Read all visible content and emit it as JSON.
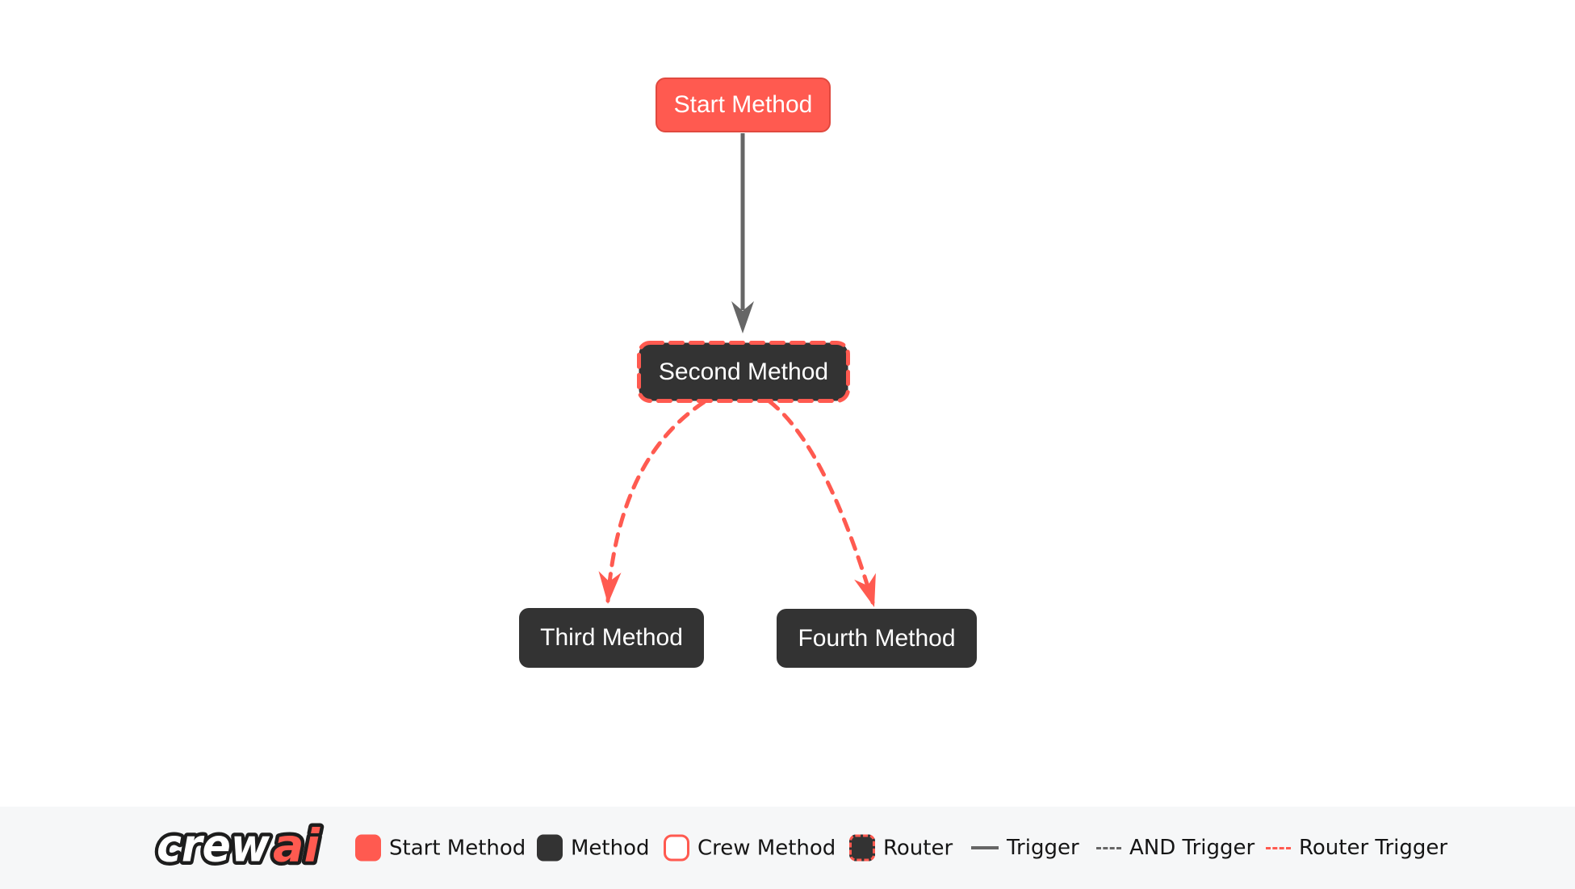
{
  "diagram": {
    "nodes": [
      {
        "id": "start",
        "label": "Start Method",
        "type": "start-method"
      },
      {
        "id": "second",
        "label": "Second Method",
        "type": "router"
      },
      {
        "id": "third",
        "label": "Third Method",
        "type": "method"
      },
      {
        "id": "fourth",
        "label": "Fourth Method",
        "type": "method"
      }
    ],
    "edges": [
      {
        "from": "start",
        "to": "second",
        "type": "trigger"
      },
      {
        "from": "second",
        "to": "third",
        "type": "router-trigger"
      },
      {
        "from": "second",
        "to": "fourth",
        "type": "router-trigger"
      }
    ]
  },
  "legend": {
    "logo": {
      "part1": "crew",
      "part2": "ai"
    },
    "items": [
      {
        "label": "Start Method",
        "swatch": "start-square"
      },
      {
        "label": "Method",
        "swatch": "dark-square"
      },
      {
        "label": "Crew Method",
        "swatch": "outlined-square"
      },
      {
        "label": "Router",
        "swatch": "dashed-square"
      },
      {
        "label": "Trigger",
        "swatch": "solid-line"
      },
      {
        "label": "AND Trigger",
        "swatch": "dashed-gray-line"
      },
      {
        "label": "Router Trigger",
        "swatch": "dashed-red-line"
      }
    ]
  },
  "colors": {
    "accent_red": "#FF5A50",
    "node_dark": "#333333",
    "edge_gray": "#666666",
    "legend_background": "#f6f7f8",
    "legend_text": "#151515"
  }
}
